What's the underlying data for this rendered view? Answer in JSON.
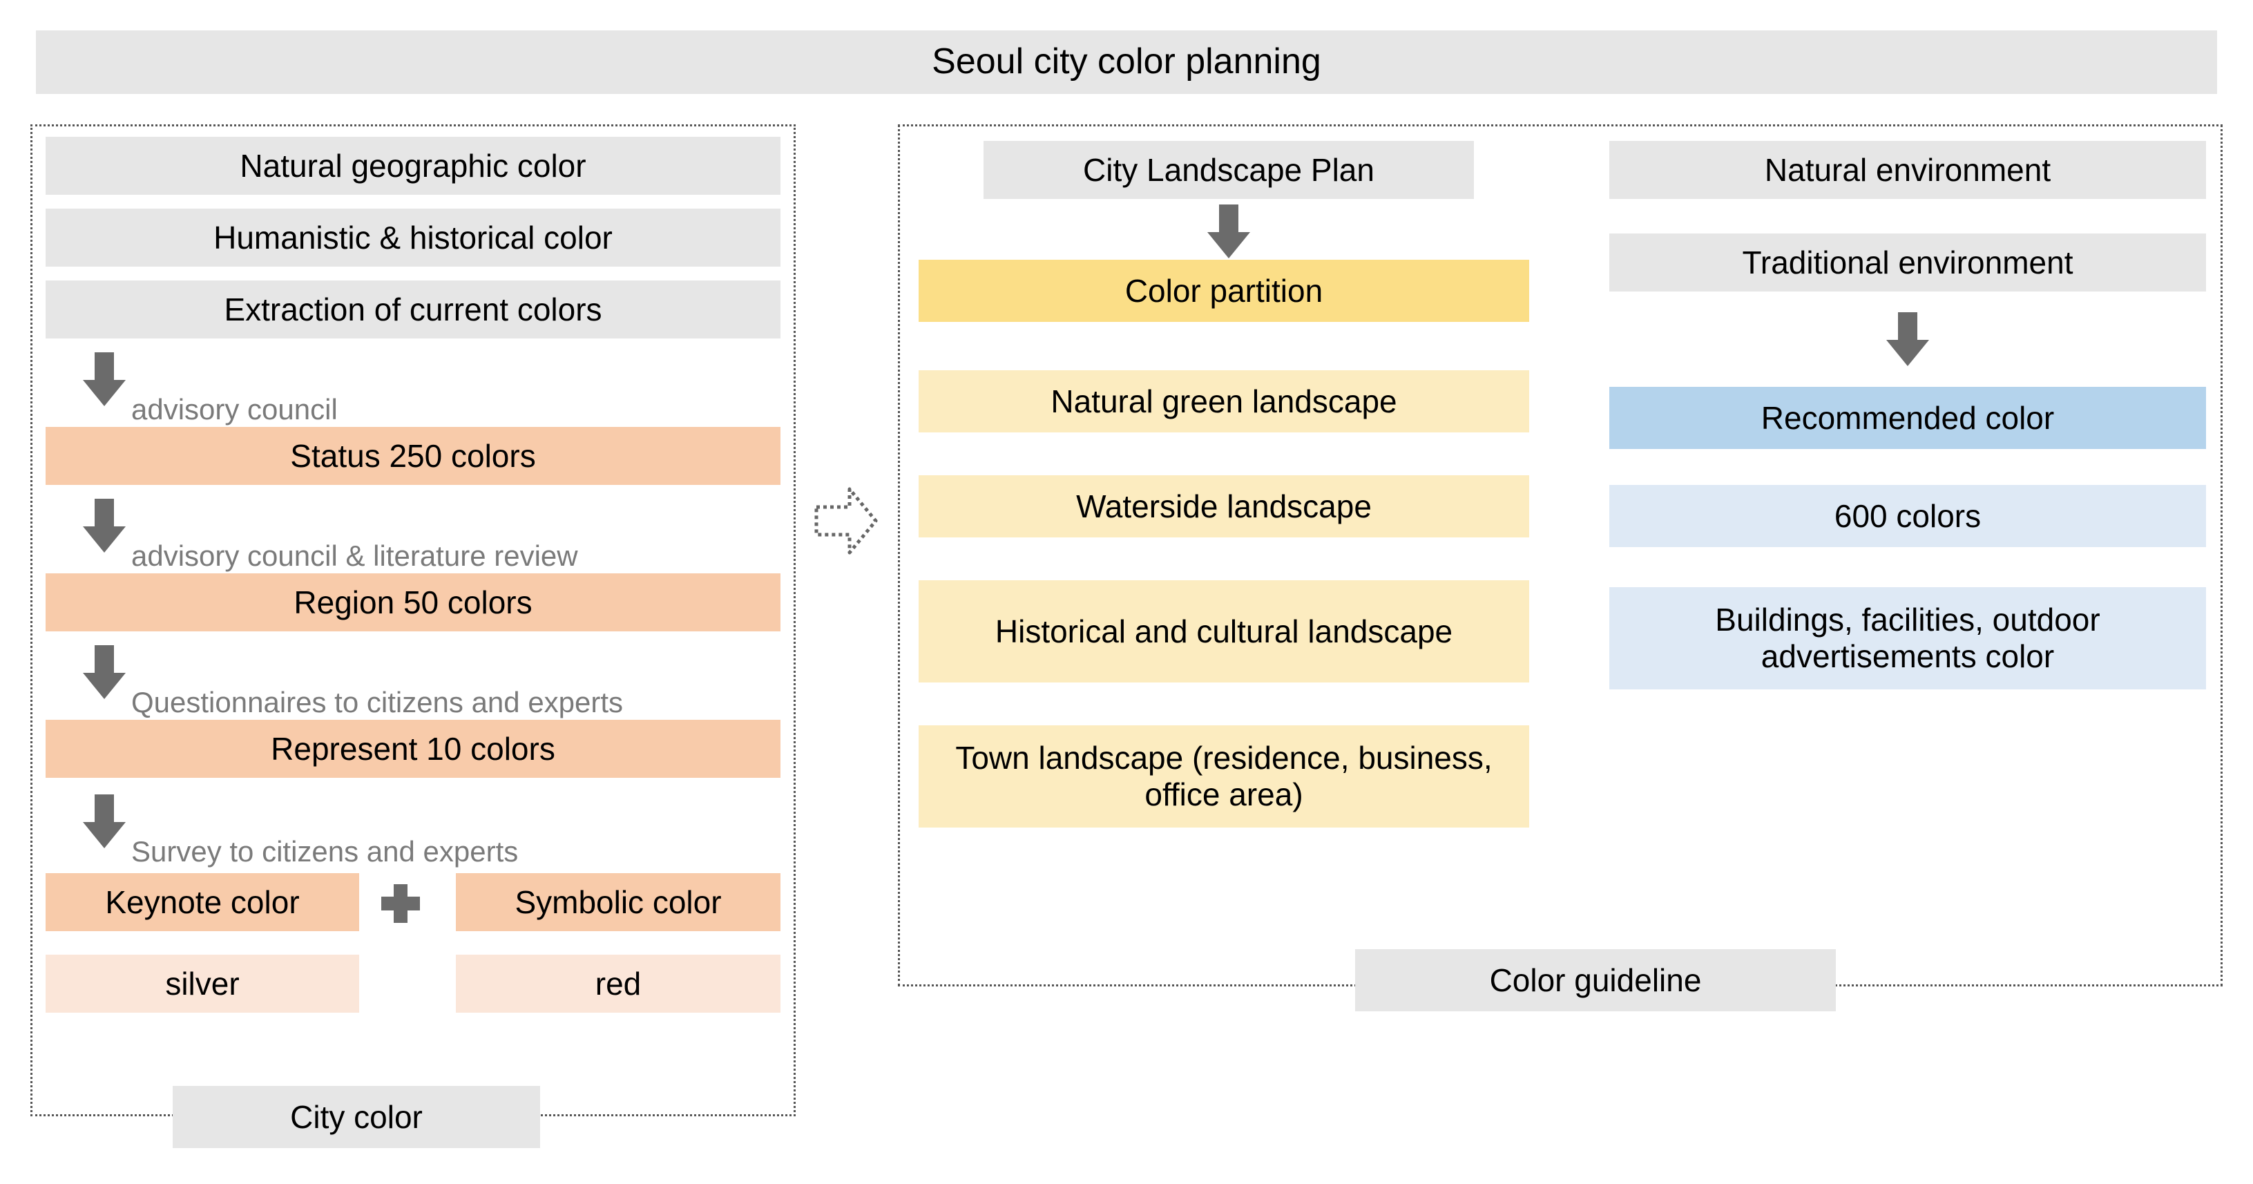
{
  "title": "Seoul city color planning",
  "left_panel": {
    "name": "city-color-process",
    "inputs": [
      "Natural geographic color",
      "Humanistic & historical color",
      "Extraction of current colors"
    ],
    "steps": [
      {
        "label": "advisory council",
        "result": "Status 250 colors"
      },
      {
        "label": "advisory council & literature review",
        "result": "Region 50 colors"
      },
      {
        "label": "Questionnaires to citizens and experts",
        "result": "Represent 10 colors"
      },
      {
        "label": "Survey to citizens and experts",
        "result": null
      }
    ],
    "final_pair": {
      "operator": "+",
      "left": {
        "heading": "Keynote color",
        "value": "silver"
      },
      "right": {
        "heading": "Symbolic color",
        "value": "red"
      }
    },
    "outcome": "City color"
  },
  "middle_column": {
    "header": "City Landscape Plan",
    "partition": "Color partition",
    "landscapes": [
      "Natural green landscape",
      "Waterside landscape",
      "Historical and cultural landscape",
      "Town landscape (residence, business, office area)"
    ]
  },
  "right_column": {
    "environments": [
      "Natural environment",
      "Traditional environment"
    ],
    "recommended": "Recommended color",
    "count": "600 colors",
    "scope": "Buildings, facilities, outdoor advertisements color"
  },
  "right_panel_outcome": "Color guideline",
  "colors": {
    "gray_box": "#e6e6e6",
    "peach_strong": "#f8cbaa",
    "peach_light": "#fbe6d9",
    "yellow_strong": "#fbde87",
    "yellow_light": "#fcecc0",
    "blue_strong": "#b4d3ec",
    "blue_light": "#dee9f5",
    "arrow_gray": "#6b6b6b",
    "panel_border": "#555555"
  }
}
